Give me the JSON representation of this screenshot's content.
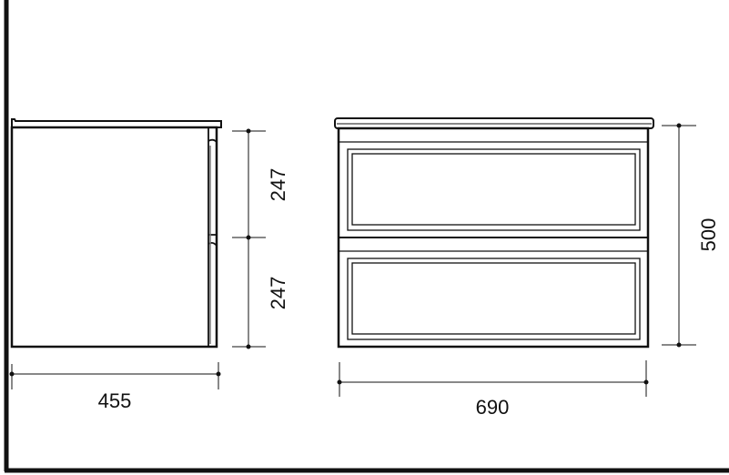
{
  "side_view": {
    "drawer_heights": [
      "247",
      "247"
    ],
    "depth": "455"
  },
  "front_view": {
    "height": "500",
    "width": "690"
  },
  "colors": {
    "line": "#111111",
    "background": "#ffffff"
  }
}
